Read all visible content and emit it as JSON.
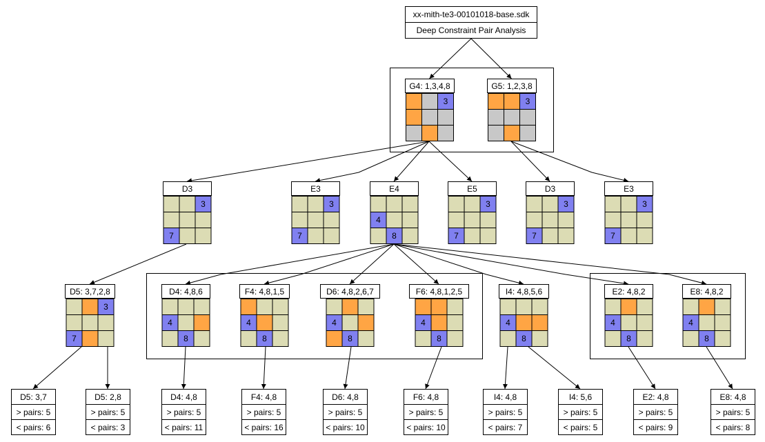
{
  "colors": {
    "orange": "#ffa544",
    "blue": "#8080f0",
    "tan": "#dcdcb4",
    "gray": "#c8c8c8",
    "line": "#000000",
    "background": "#ffffff"
  },
  "root": {
    "title": "xx-mith-te3-00101018-base.sdk",
    "subtitle": "Deep Constraint Pair Analysis"
  },
  "level1": [
    {
      "id": "g4",
      "label": "G4: 1,3,4,8",
      "cells": [
        "o",
        "g",
        "b:3",
        "o",
        "g",
        "g",
        "g",
        "o",
        "g"
      ]
    },
    {
      "id": "g5",
      "label": "G5: 1,2,3,8",
      "cells": [
        "o",
        "o",
        "b:3",
        "g",
        "g",
        "g",
        "g",
        "o",
        "g"
      ]
    }
  ],
  "level2": [
    {
      "id": "d3a",
      "label": "D3",
      "cells": [
        "t",
        "t",
        "b:3",
        "t",
        "t",
        "t",
        "b:7",
        "t",
        "t"
      ]
    },
    {
      "id": "e3a",
      "label": "E3",
      "cells": [
        "t",
        "t",
        "b:3",
        "t",
        "t",
        "t",
        "b:7",
        "t",
        "t"
      ]
    },
    {
      "id": "e4",
      "label": "E4",
      "cells": [
        "t",
        "t",
        "t",
        "b:4",
        "t",
        "t",
        "t",
        "b:8",
        "t"
      ]
    },
    {
      "id": "e5",
      "label": "E5",
      "cells": [
        "t",
        "t",
        "b:3",
        "t",
        "t",
        "t",
        "b:7",
        "t",
        "t"
      ]
    },
    {
      "id": "d3b",
      "label": "D3",
      "cells": [
        "t",
        "t",
        "b:3",
        "t",
        "t",
        "t",
        "b:7",
        "t",
        "t"
      ]
    },
    {
      "id": "e3b",
      "label": "E3",
      "cells": [
        "t",
        "t",
        "b:3",
        "t",
        "t",
        "t",
        "b:7",
        "t",
        "t"
      ]
    }
  ],
  "level3": [
    {
      "id": "d5",
      "label": "D5: 3,7,2,8",
      "cells": [
        "t",
        "o",
        "b:3",
        "t",
        "t",
        "t",
        "b:7",
        "o",
        "t"
      ]
    },
    {
      "id": "d4",
      "label": "D4: 4,8,6",
      "cells": [
        "t",
        "t",
        "t",
        "b:4",
        "t",
        "o",
        "t",
        "b:8",
        "t"
      ]
    },
    {
      "id": "f4",
      "label": "F4: 4,8,1,5",
      "cells": [
        "o",
        "t",
        "t",
        "b:4",
        "o",
        "t",
        "t",
        "b:8",
        "t"
      ]
    },
    {
      "id": "d6",
      "label": "D6: 4,8,2,6,7",
      "cells": [
        "t",
        "o",
        "t",
        "b:4",
        "t",
        "o",
        "o",
        "b:8",
        "t"
      ]
    },
    {
      "id": "f6",
      "label": "F6: 4,8,1,2,5",
      "cells": [
        "o",
        "o",
        "t",
        "b:4",
        "o",
        "t",
        "t",
        "b:8",
        "t"
      ]
    },
    {
      "id": "i4",
      "label": "I4: 4,8,5,6",
      "cells": [
        "t",
        "t",
        "t",
        "b:4",
        "o",
        "o",
        "t",
        "b:8",
        "t"
      ]
    },
    {
      "id": "e2",
      "label": "E2: 4,8,2",
      "cells": [
        "t",
        "o",
        "t",
        "b:4",
        "t",
        "t",
        "t",
        "b:8",
        "t"
      ]
    },
    {
      "id": "e8",
      "label": "E8: 4,8,2",
      "cells": [
        "t",
        "o",
        "t",
        "b:4",
        "t",
        "t",
        "t",
        "b:8",
        "t"
      ]
    }
  ],
  "leaves": [
    {
      "id": "l1",
      "title": "D5: 3,7",
      "gt": "> pairs: 5",
      "lt": "< pairs: 6"
    },
    {
      "id": "l2",
      "title": "D5: 2,8",
      "gt": "> pairs: 5",
      "lt": "< pairs: 3"
    },
    {
      "id": "l3",
      "title": "D4: 4,8",
      "gt": "> pairs: 5",
      "lt": "< pairs: 11"
    },
    {
      "id": "l4",
      "title": "F4: 4,8",
      "gt": "> pairs: 5",
      "lt": "< pairs: 16"
    },
    {
      "id": "l5",
      "title": "D6: 4,8",
      "gt": "> pairs: 5",
      "lt": "< pairs: 10"
    },
    {
      "id": "l6",
      "title": "F6: 4,8",
      "gt": "> pairs: 5",
      "lt": "< pairs: 10"
    },
    {
      "id": "l7",
      "title": "I4: 4,8",
      "gt": "> pairs: 5",
      "lt": "< pairs: 7"
    },
    {
      "id": "l8",
      "title": "I4: 5,6",
      "gt": "> pairs: 5",
      "lt": "< pairs: 5"
    },
    {
      "id": "l9",
      "title": "E2: 4,8",
      "gt": "> pairs: 5",
      "lt": "< pairs: 9"
    },
    {
      "id": "l10",
      "title": "E8: 4,8",
      "gt": "> pairs: 5",
      "lt": "< pairs: 8"
    }
  ]
}
